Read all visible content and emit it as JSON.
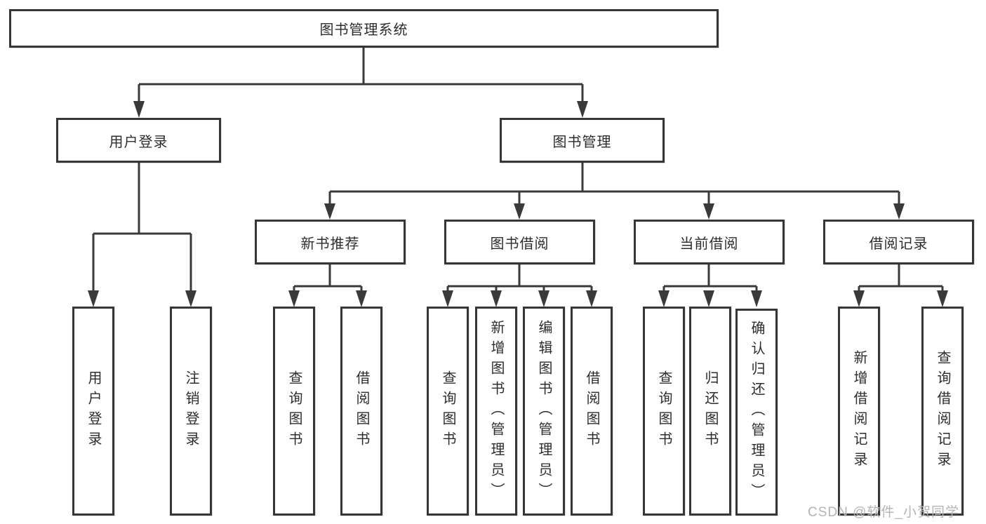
{
  "tree": {
    "root": {
      "label": "图书管理系统"
    },
    "children": [
      {
        "label": "用户登录",
        "children": [
          {
            "label": "用户登录"
          },
          {
            "label": "注销登录"
          }
        ]
      },
      {
        "label": "图书管理",
        "children": [
          {
            "label": "新书推荐",
            "children": [
              {
                "label": "查询图书"
              },
              {
                "label": "借阅图书"
              }
            ]
          },
          {
            "label": "图书借阅",
            "children": [
              {
                "label": "查询图书"
              },
              {
                "label": "新增图书（管理员）"
              },
              {
                "label": "编辑图书（管理员）"
              },
              {
                "label": "借阅图书"
              }
            ]
          },
          {
            "label": "当前借阅",
            "children": [
              {
                "label": "查询图书"
              },
              {
                "label": "归还图书"
              },
              {
                "label": "确认归还（管理员）"
              }
            ]
          },
          {
            "label": "借阅记录",
            "children": [
              {
                "label": "新增借阅记录"
              },
              {
                "label": "查询借阅记录"
              }
            ]
          }
        ]
      }
    ]
  },
  "watermark": {
    "text": "CSDN @软件_小贺同学"
  },
  "colors": {
    "background": "#ffffff",
    "box_border": "#363636",
    "connector_line": "#3a3a3a",
    "text": "#2d2d2d",
    "watermark_text": "#b4b4b7"
  }
}
